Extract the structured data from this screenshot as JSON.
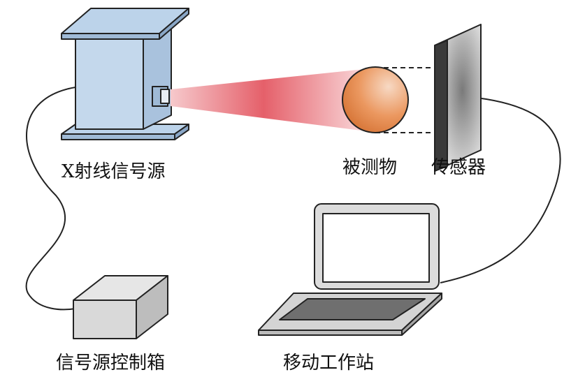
{
  "labels": {
    "xray_source": "X射线信号源",
    "object": "被测物",
    "sensor": "传感器",
    "controller": "信号源控制箱",
    "workstation": "移动工作站"
  },
  "colors": {
    "source_blue": "#bcd3ea",
    "beam_red": "#e5606a",
    "sphere_orange": "#e8894a",
    "gray_box": "#d9d9d9",
    "screen_dark": "#6f6f6f"
  }
}
